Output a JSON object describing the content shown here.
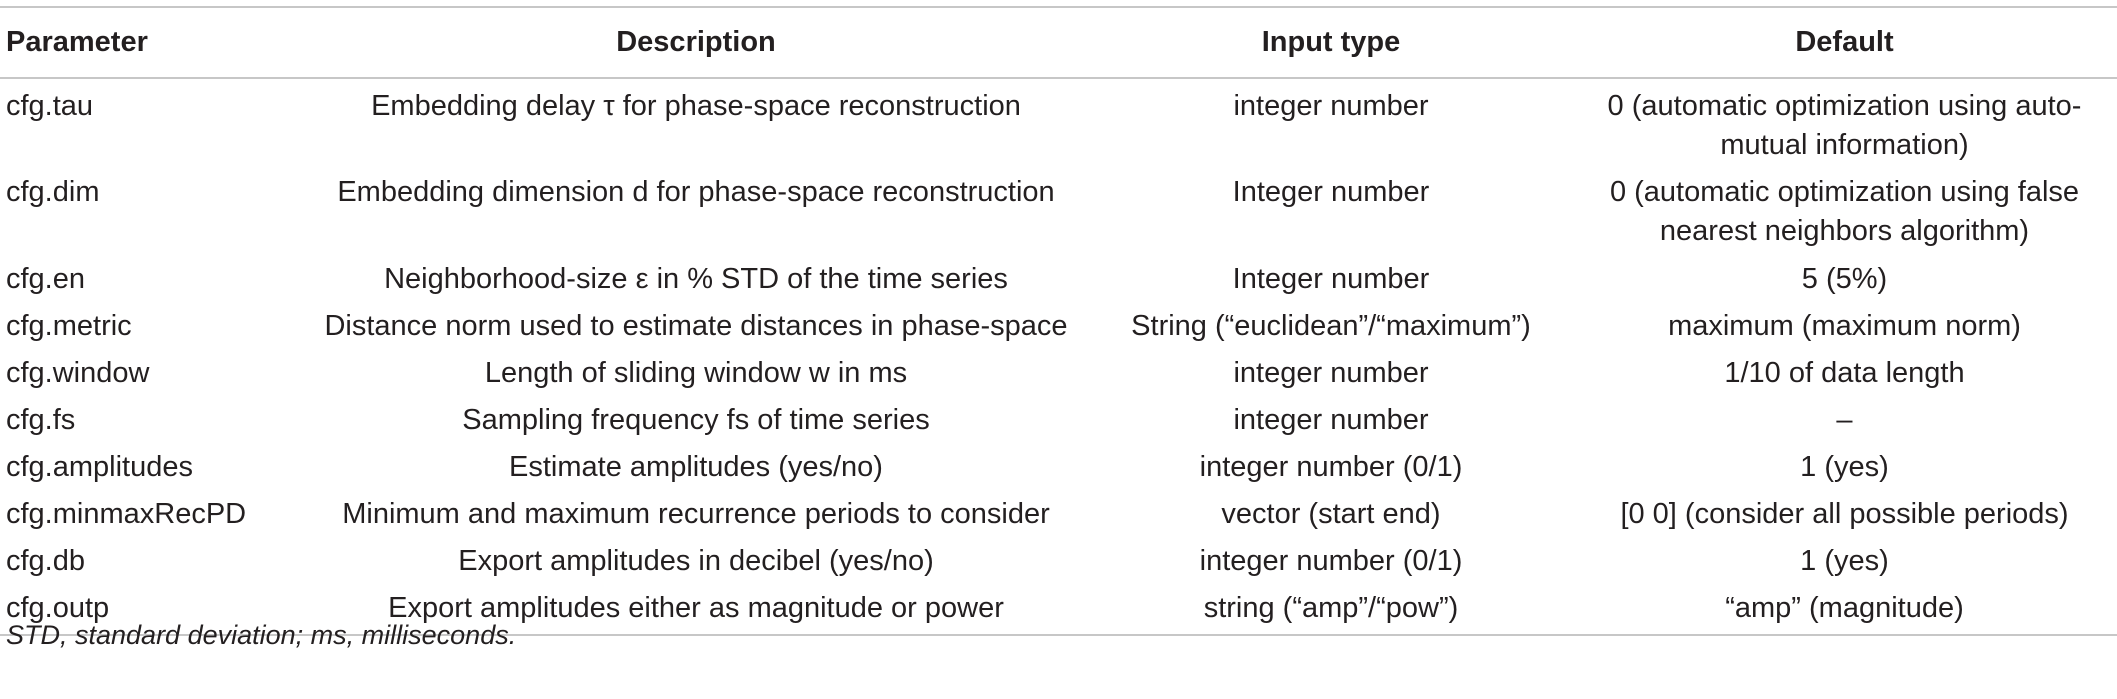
{
  "table": {
    "headers": [
      "Parameter",
      "Description",
      "Input type",
      "Default"
    ],
    "rows": [
      [
        "cfg.tau",
        "Embedding delay τ for phase-space reconstruction",
        "integer number",
        "0 (automatic optimization using auto-mutual information)"
      ],
      [
        "cfg.dim",
        "Embedding dimension d for phase-space reconstruction",
        "Integer number",
        "0 (automatic optimization using false nearest neighbors algorithm)"
      ],
      [
        "cfg.en",
        "Neighborhood-size ε in % STD of the time series",
        "Integer number",
        "5 (5%)"
      ],
      [
        "cfg.metric",
        "Distance norm used to estimate distances in phase-space",
        "String (“euclidean”/“maximum”)",
        "maximum (maximum norm)"
      ],
      [
        "cfg.window",
        "Length of sliding window w in ms",
        "integer number",
        "1/10 of data length"
      ],
      [
        "cfg.fs",
        "Sampling frequency fs of time series",
        "integer number",
        "–"
      ],
      [
        "cfg.amplitudes",
        "Estimate amplitudes (yes/no)",
        "integer number (0/1)",
        "1 (yes)"
      ],
      [
        "cfg.minmaxRecPD",
        "Minimum and maximum recurrence periods to consider",
        "vector (start end)",
        "[0 0] (consider all possible periods)"
      ],
      [
        "cfg.db",
        "Export amplitudes in decibel (yes/no)",
        "integer number (0/1)",
        "1 (yes)"
      ],
      [
        "cfg.outp",
        "Export amplitudes either as magnitude or power",
        "string (“amp”/“pow”)",
        "“amp” (magnitude)"
      ]
    ]
  },
  "footnote": "STD, standard deviation; ms, milliseconds."
}
